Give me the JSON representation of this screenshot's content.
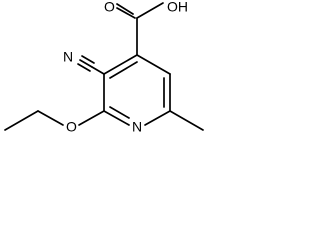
{
  "molecule": {
    "labels": {
      "cyano_n": "N",
      "hydroxyl": "OH",
      "carbonyl_o": "O",
      "ring_n": "N",
      "ether_o": "O"
    }
  }
}
